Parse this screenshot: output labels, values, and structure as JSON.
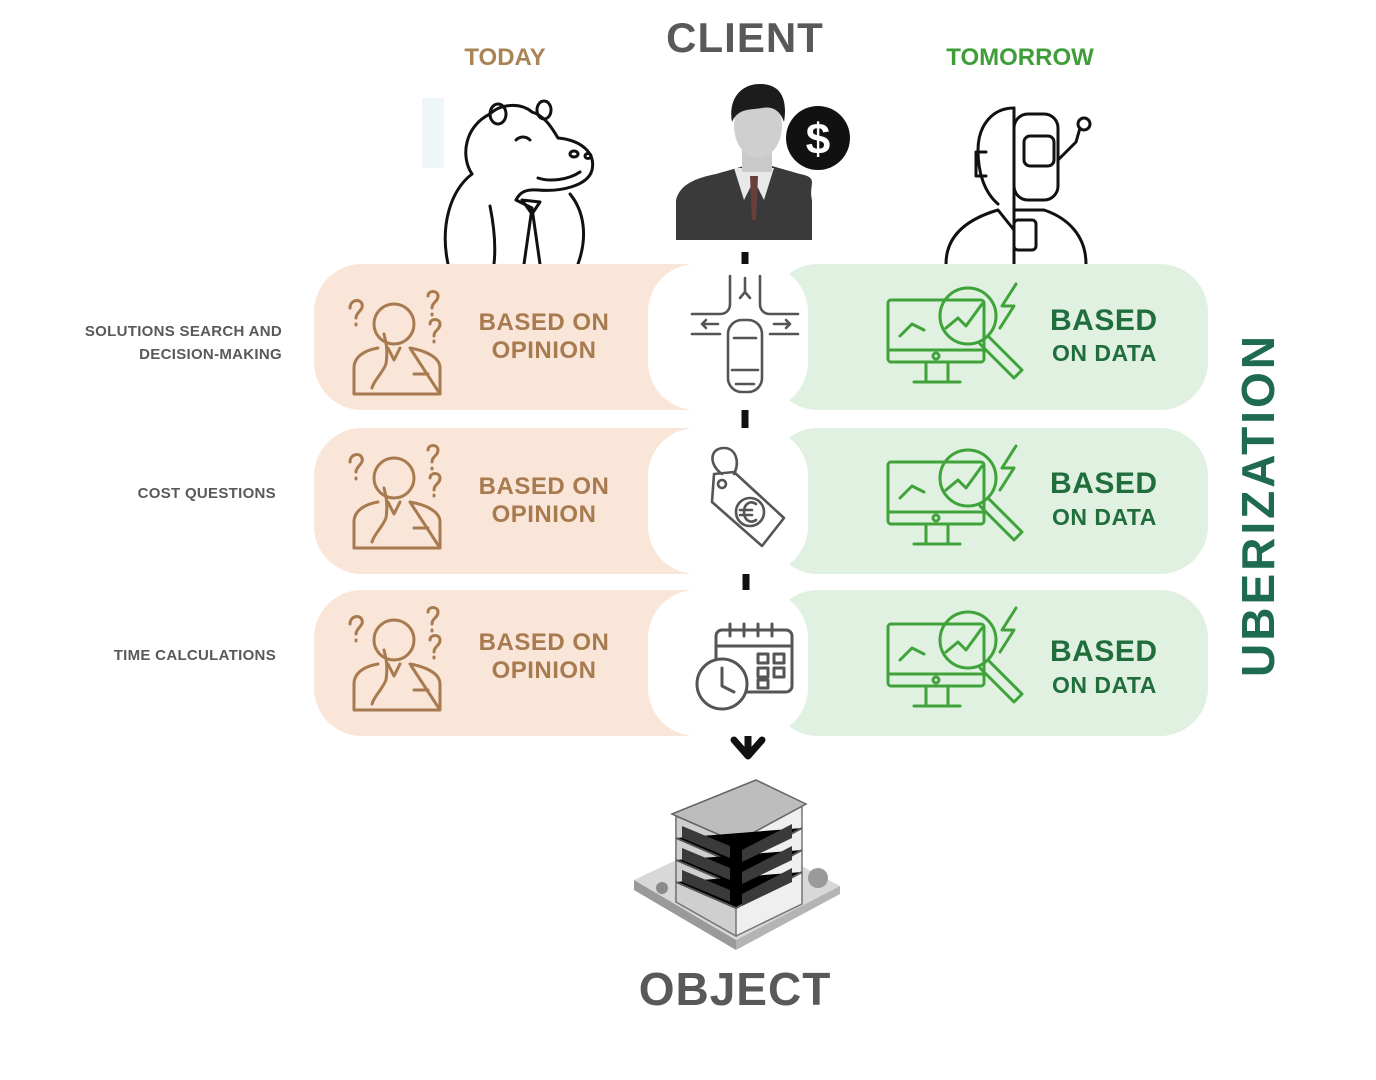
{
  "headers": {
    "client": "CLIENT",
    "today": "TODAY",
    "tomorrow": "TOMORROW",
    "object": "OBJECT"
  },
  "side_label": "UBERIZATION",
  "rows": [
    {
      "label_line1": "SOLUTIONS SEARCH AND",
      "label_line2": "DECISION-MAKING",
      "left_line1": "BASED ON",
      "left_line2": "OPINION",
      "right_line1": "BASED",
      "right_line2": "ON DATA",
      "center_icon": "crossroad-car-icon"
    },
    {
      "label_line1": "COST QUESTIONS",
      "label_line2": "",
      "left_line1": "BASED ON",
      "left_line2": "OPINION",
      "right_line1": "BASED",
      "right_line2": "ON DATA",
      "center_icon": "euro-price-tag-icon"
    },
    {
      "label_line1": "TIME CALCULATIONS",
      "label_line2": "",
      "left_line1": "BASED ON",
      "left_line2": "OPINION",
      "right_line1": "BASED",
      "right_line2": "ON DATA",
      "center_icon": "clock-calendar-icon"
    }
  ],
  "icons": {
    "today": "hippo-in-tie-icon",
    "client": "businessman-icon",
    "client_badge": "dollar-coin-icon",
    "tomorrow": "human-robot-icon",
    "opinion": "confused-thinker-icon",
    "data": "data-analytics-monitor-icon",
    "object": "apartment-building-icon",
    "flow": "arrow-down-icon"
  },
  "colors": {
    "today": "#a88456",
    "tomorrow": "#3f9e3a",
    "opinion_bg": "#f9e6d8",
    "data_bg": "#e0f1e2",
    "data_text": "#1f6e3c",
    "uberization": "#1e6b52",
    "neutral": "#58595b"
  }
}
